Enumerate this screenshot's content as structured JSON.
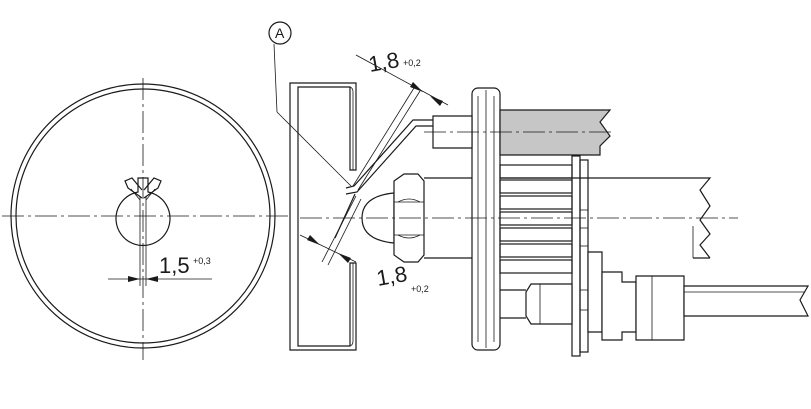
{
  "callout": {
    "label": "A"
  },
  "dimensions": {
    "slot_gap": {
      "value": "1,5",
      "tolerance": "+0,3"
    },
    "gap_top": {
      "value": "1,8",
      "tolerance": "+0,2"
    },
    "gap_bottom": {
      "value": "1,8",
      "tolerance": "+0,2"
    }
  }
}
